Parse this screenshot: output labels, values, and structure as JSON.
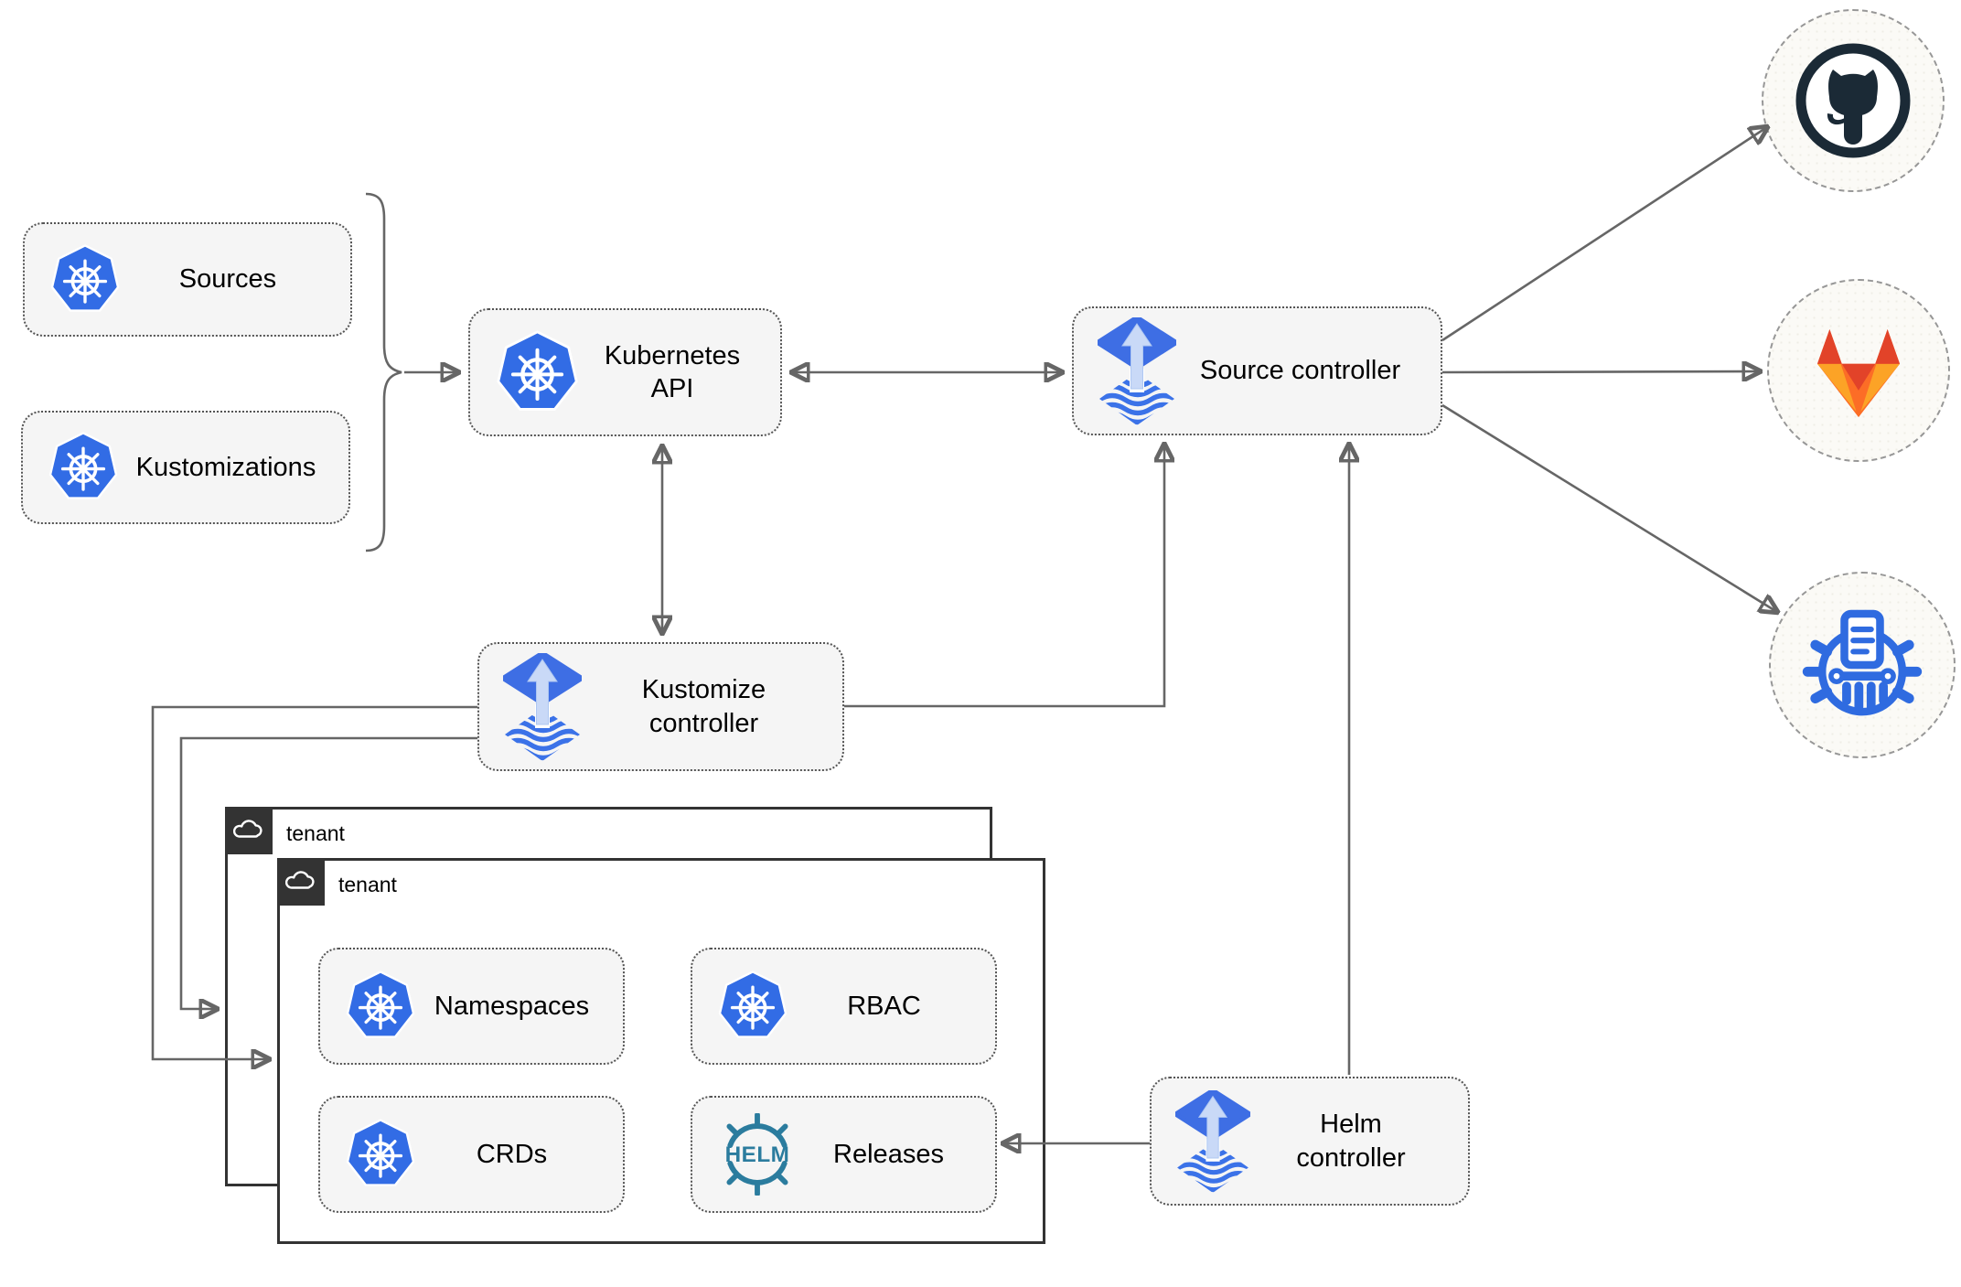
{
  "nodes": {
    "sources": {
      "label": "Sources",
      "icon": "kubernetes"
    },
    "kustomizations": {
      "label": "Kustomizations",
      "icon": "kubernetes"
    },
    "kubernetes_api": {
      "label": "Kubernetes API",
      "icon": "kubernetes"
    },
    "source_controller": {
      "label": "Source controller",
      "icon": "flux"
    },
    "kustomize_controller": {
      "label": "Kustomize controller",
      "icon": "flux"
    },
    "helm_controller": {
      "label": "Helm controller",
      "icon": "flux"
    },
    "namespaces": {
      "label": "Namespaces",
      "icon": "kubernetes"
    },
    "rbac": {
      "label": "RBAC",
      "icon": "kubernetes"
    },
    "crds": {
      "label": "CRDs",
      "icon": "kubernetes"
    },
    "releases": {
      "label": "Releases",
      "icon": "helm"
    }
  },
  "groups": {
    "tenant_back": {
      "label": "tenant",
      "icon": "cloud"
    },
    "tenant_front": {
      "label": "tenant",
      "icon": "cloud"
    }
  },
  "remotes": {
    "github": {
      "icon": "github-octocat"
    },
    "gitlab": {
      "icon": "gitlab-fox"
    },
    "helm_repository": {
      "icon": "chartmuseum-wheel"
    }
  },
  "helm_logo_text": "HELM",
  "edges": [
    {
      "from": "sources+kustomizations (brace)",
      "to": "kubernetes_api",
      "style": "arrow"
    },
    {
      "from": "kubernetes_api",
      "to": "source_controller",
      "style": "double-arrow"
    },
    {
      "from": "kubernetes_api",
      "to": "kustomize_controller",
      "style": "double-arrow"
    },
    {
      "from": "kustomize_controller",
      "to": "source_controller",
      "style": "arrow"
    },
    {
      "from": "helm_controller",
      "to": "source_controller",
      "style": "arrow"
    },
    {
      "from": "kustomize_controller",
      "to": "tenant_front",
      "style": "arrow"
    },
    {
      "from": "kustomize_controller",
      "to": "tenant_back",
      "style": "arrow"
    },
    {
      "from": "helm_controller",
      "to": "releases",
      "style": "arrow"
    },
    {
      "from": "source_controller",
      "to": "github",
      "style": "arrow"
    },
    {
      "from": "source_controller",
      "to": "gitlab",
      "style": "arrow"
    },
    {
      "from": "source_controller",
      "to": "helm_repository",
      "style": "arrow"
    }
  ],
  "colors": {
    "kubernetes_blue": "#326ce5",
    "flux_blue": "#3e6ee4",
    "flux_arrow_light": "#c9d9f7",
    "helm_teal": "#2b7c9e",
    "chartmuseum_blue": "#2f6be0",
    "github_dark": "#1b2a36",
    "gitlab_red_orange": "#e24329",
    "gitlab_orange": "#fc6d26",
    "gitlab_light_orange": "#fca326",
    "node_fill": "#f5f5f5",
    "node_border": "#545454",
    "connector_gray": "#666666",
    "tenant_border": "#333333",
    "remote_circle_fill": "#fbfaf6",
    "remote_circle_border": "#979797"
  }
}
